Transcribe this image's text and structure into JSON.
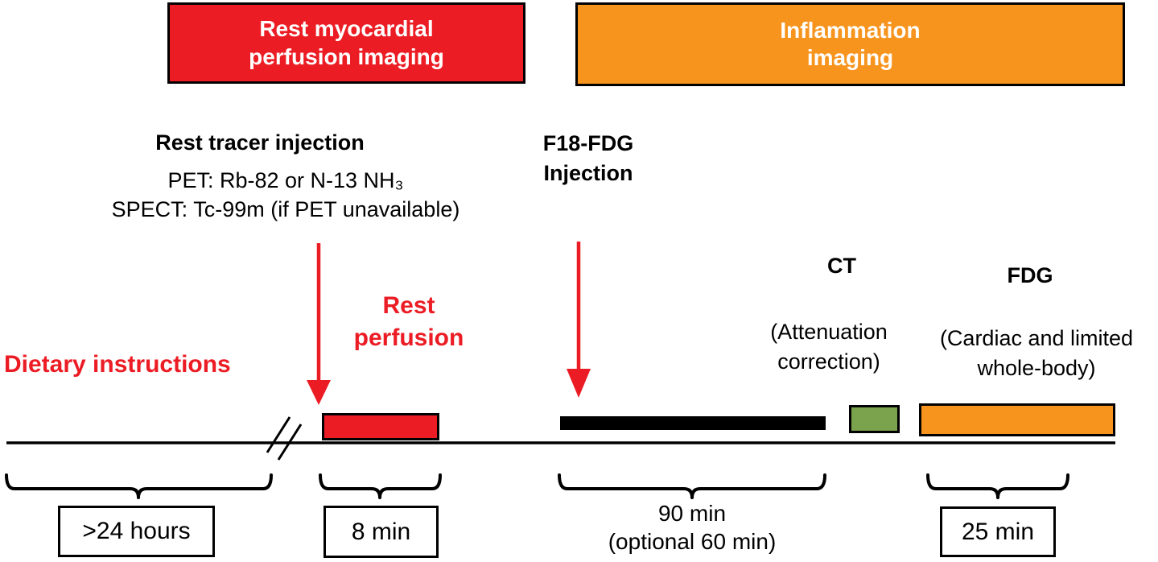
{
  "palette": {
    "red": "#EC1C24",
    "orange": "#F7941E",
    "green": "#7BA24D"
  },
  "phase_headers": {
    "rest_perfusion": "Rest myocardial\nperfusion imaging",
    "inflammation": "Inflammation\nimaging"
  },
  "annotations": {
    "rest_tracer_title": "Rest tracer injection",
    "rest_tracer_details": "PET: Rb-82 or N-13 NH₃\nSPECT: Tc-99m (if PET unavailable)",
    "fdg_injection": "F18-FDG\nInjection",
    "dietary": "Dietary instructions",
    "rest_perfusion_label": "Rest\nperfusion",
    "ct_title": "CT",
    "ct_sub": "(Attenuation\ncorrection)",
    "fdg_title": "FDG",
    "fdg_sub": "(Cardiac and limited\nwhole-body)"
  },
  "durations": {
    "dietary": ">24 hours",
    "rest_perfusion": "8 min",
    "uptake": "90 min\n(optional 60 min)",
    "fdg_scan": "25 min"
  }
}
